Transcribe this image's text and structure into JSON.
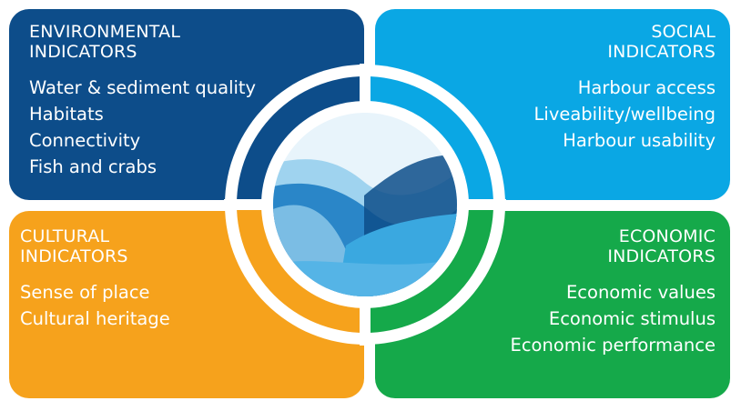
{
  "colors": {
    "environmental": "#0d4d8a",
    "social": "#0aa7e4",
    "cultural": "#f6a21c",
    "economic": "#15a94a"
  },
  "environmental": {
    "heading": [
      "ENVIRONMENTAL",
      "INDICATORS"
    ],
    "items": [
      "Water & sediment quality",
      "Habitats",
      "Connectivity",
      "Fish and crabs"
    ]
  },
  "social": {
    "heading": [
      "SOCIAL",
      "INDICATORS"
    ],
    "items": [
      "Harbour access",
      "Liveability/wellbeing",
      "Harbour usability"
    ]
  },
  "cultural": {
    "heading": [
      "CULTURAL",
      "INDICATORS"
    ],
    "items": [
      "Sense of place",
      "Cultural heritage"
    ]
  },
  "economic": {
    "heading": [
      "ECONOMIC",
      "INDICATORS"
    ],
    "items": [
      "Economic values",
      "Economic stimulus",
      "Economic performance"
    ]
  },
  "hub": {
    "icon": "water-waves-icon"
  }
}
